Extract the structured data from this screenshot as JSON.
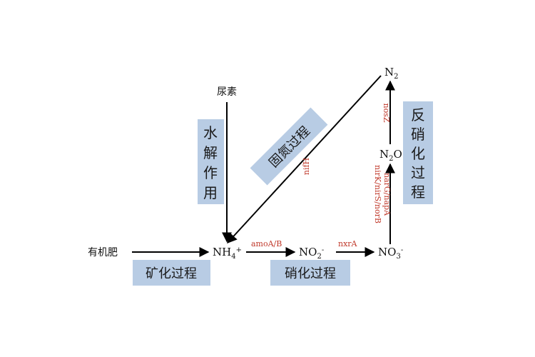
{
  "nodes": {
    "urea": "尿素",
    "fertilizer": "有机肥",
    "nh4": "NH",
    "nh4_sub": "4",
    "nh4_sup": "+",
    "no2": "NO",
    "no2_sub": "2",
    "no2_sup": "-",
    "no3": "NO",
    "no3_sub": "3",
    "no3_sup": "-",
    "n2o": "N",
    "n2o_sub": "2",
    "n2o_tail": "O",
    "n2": "N",
    "n2_sub": "2"
  },
  "processes": {
    "hydrolysis_chars": [
      "水",
      "解",
      "作",
      "用"
    ],
    "mineralization": "矿化过程",
    "nitrification": "硝化过程",
    "fixation": "固氮过程",
    "denitrification_chars": [
      "反",
      "硝",
      "化",
      "过",
      "程"
    ]
  },
  "genes": {
    "amo": "amoA/B",
    "nxr": "nxrA",
    "nif": "nifH",
    "nar": "narG/napA",
    "nir": "nirK/nirS/norB",
    "nos": "nosZ"
  },
  "colors": {
    "box_fill": "#b8cce4",
    "gene_text": "#c0392b",
    "arrow": "#000000"
  }
}
